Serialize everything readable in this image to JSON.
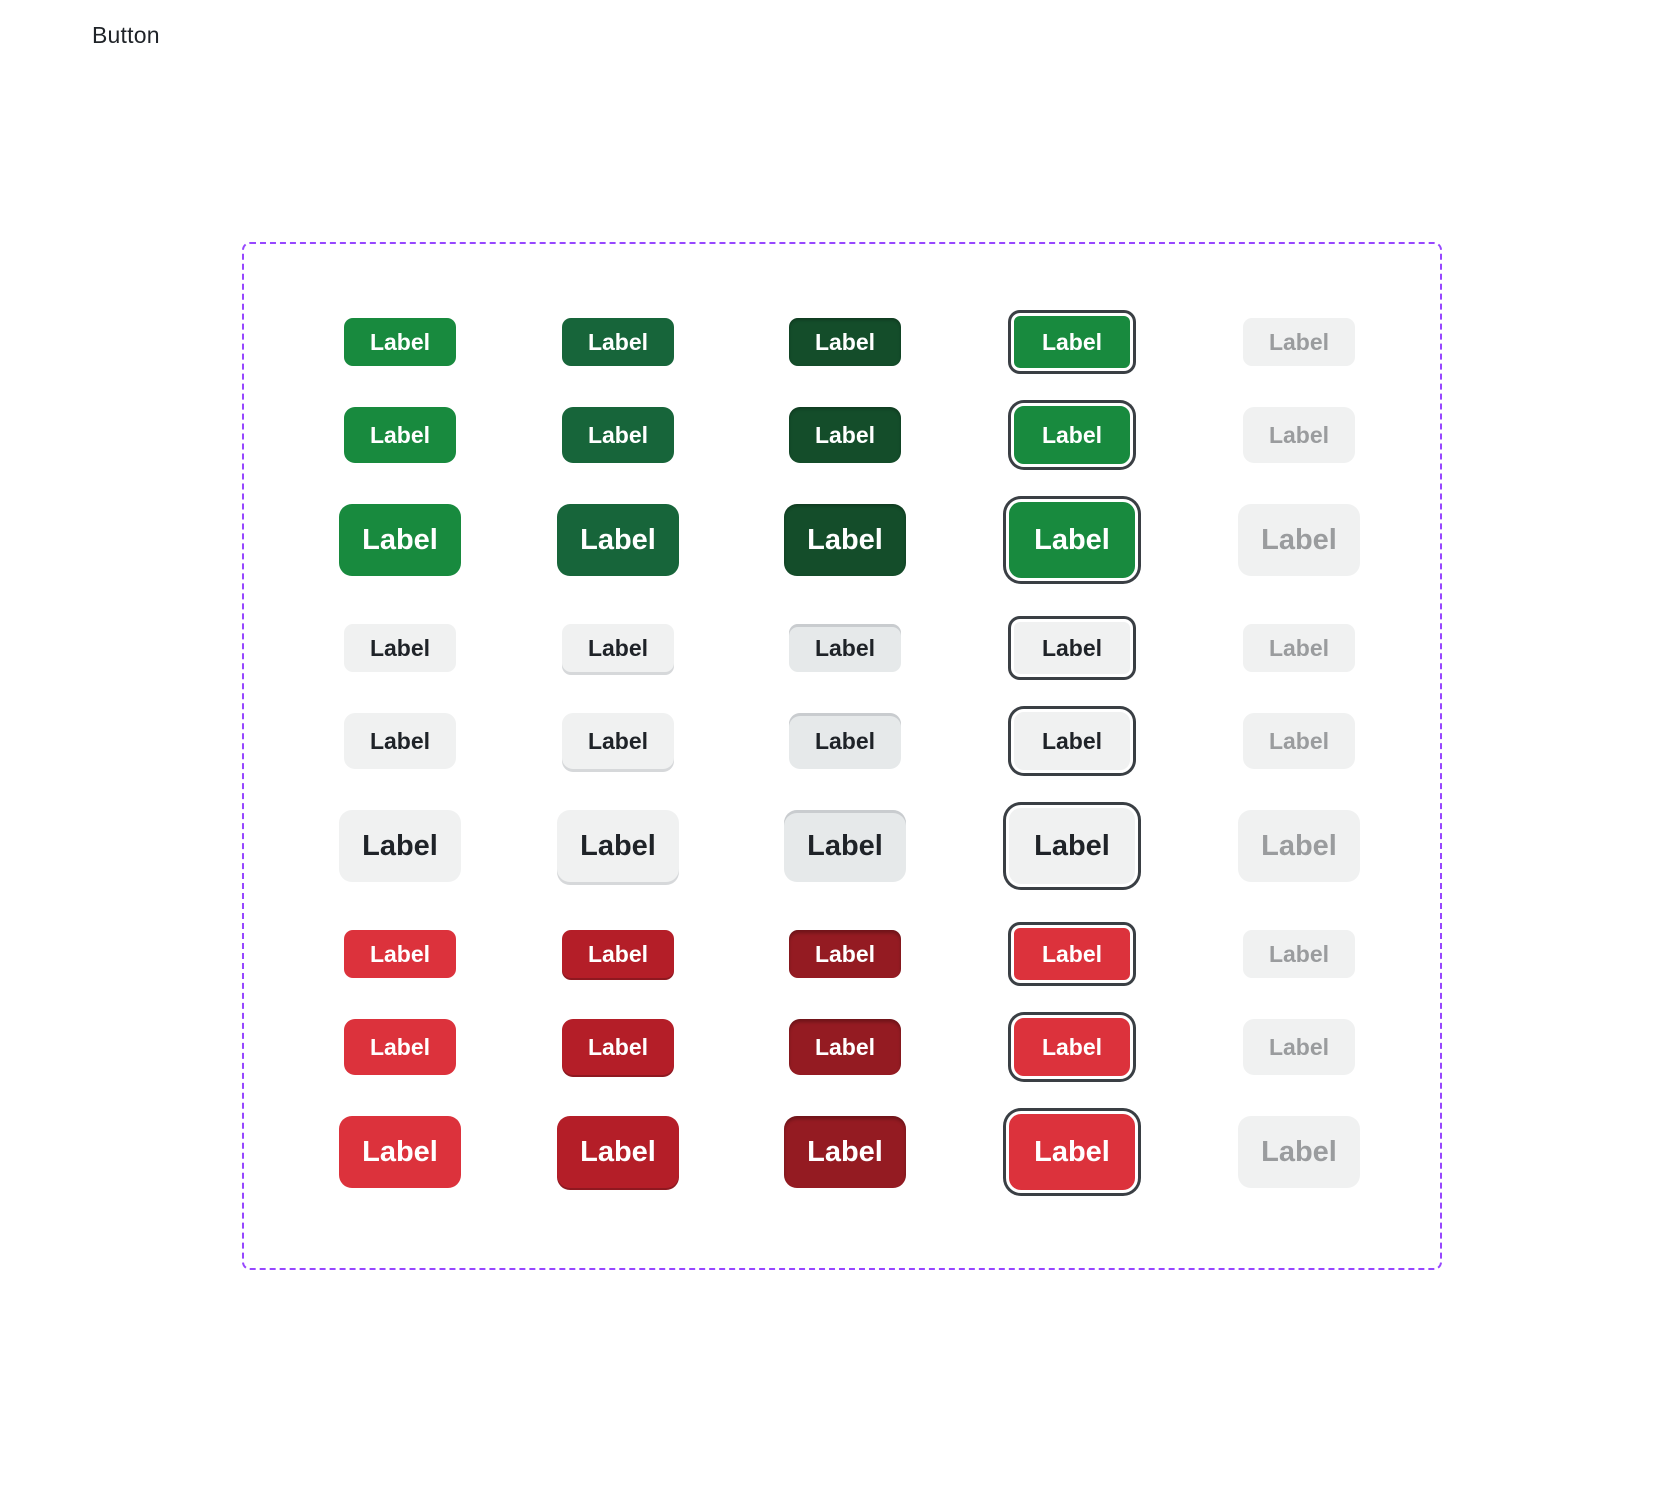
{
  "page": {
    "title": "Button"
  },
  "colors": {
    "frame_border": "#9747ff",
    "primary": "#188a3e",
    "primary_hover": "#17653a",
    "primary_pressed": "#144d2a",
    "secondary": "#f0f1f1",
    "danger": "#dc323c",
    "danger_hover": "#b41e28",
    "danger_pressed": "#941b22",
    "disabled_bg": "#f0f1f1",
    "disabled_text": "#9a9c9e",
    "focus_ring": "#3a3f44"
  },
  "variants": [
    "primary",
    "secondary",
    "danger"
  ],
  "sizes": [
    "sm",
    "md",
    "lg"
  ],
  "states": [
    "default",
    "hover",
    "pressed",
    "focus",
    "disabled"
  ],
  "button_label": "Label"
}
